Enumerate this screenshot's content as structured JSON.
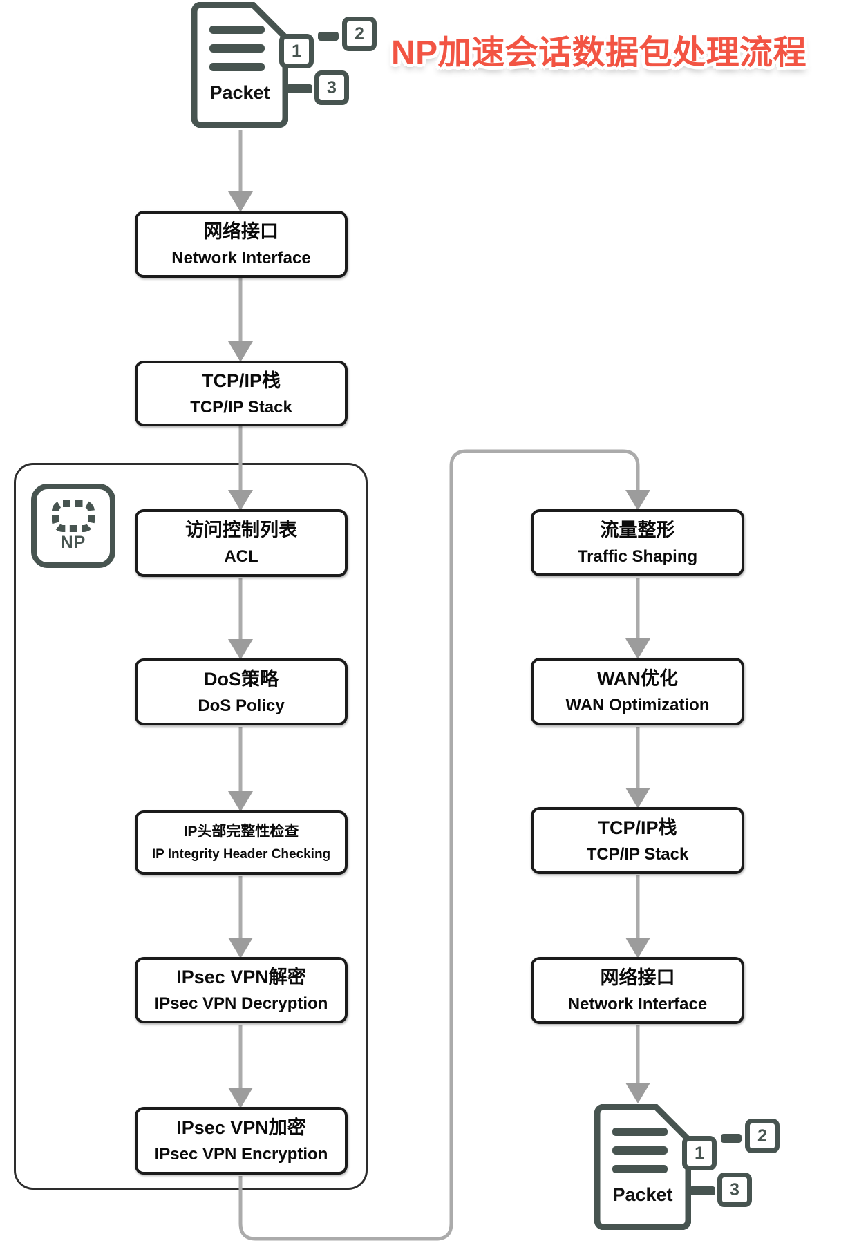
{
  "title": {
    "text": "NP加速会话数据包处理流程",
    "color": "#f25443"
  },
  "packet_icon": {
    "label": "Packet",
    "badge_1": "1",
    "badge_2": "2",
    "badge_3": "3"
  },
  "np_badge": {
    "label": "NP"
  },
  "left_flow": [
    {
      "zh": "网络接口",
      "en": "Network Interface"
    },
    {
      "zh": "TCP/IP栈",
      "en": "TCP/IP Stack"
    },
    {
      "zh": "访问控制列表",
      "en": "ACL"
    },
    {
      "zh": "DoS策略",
      "en": "DoS Policy"
    },
    {
      "zh": "IP头部完整性检查",
      "en": "IP Integrity Header Checking"
    },
    {
      "zh": "IPsec VPN解密",
      "en": "IPsec VPN Decryption"
    },
    {
      "zh": "IPsec VPN加密",
      "en": "IPsec VPN Encryption"
    }
  ],
  "right_flow": [
    {
      "zh": "流量整形",
      "en": "Traffic Shaping"
    },
    {
      "zh": "WAN优化",
      "en": "WAN Optimization"
    },
    {
      "zh": "TCP/IP栈",
      "en": "TCP/IP Stack"
    },
    {
      "zh": "网络接口",
      "en": "Network Interface"
    }
  ],
  "colors": {
    "accent_red": "#f25443",
    "slate": "#475450",
    "box_border": "#1b1b1b",
    "container_border": "#2d2d2d",
    "arrow_gray": "#ababab",
    "background": "#ffffff"
  }
}
